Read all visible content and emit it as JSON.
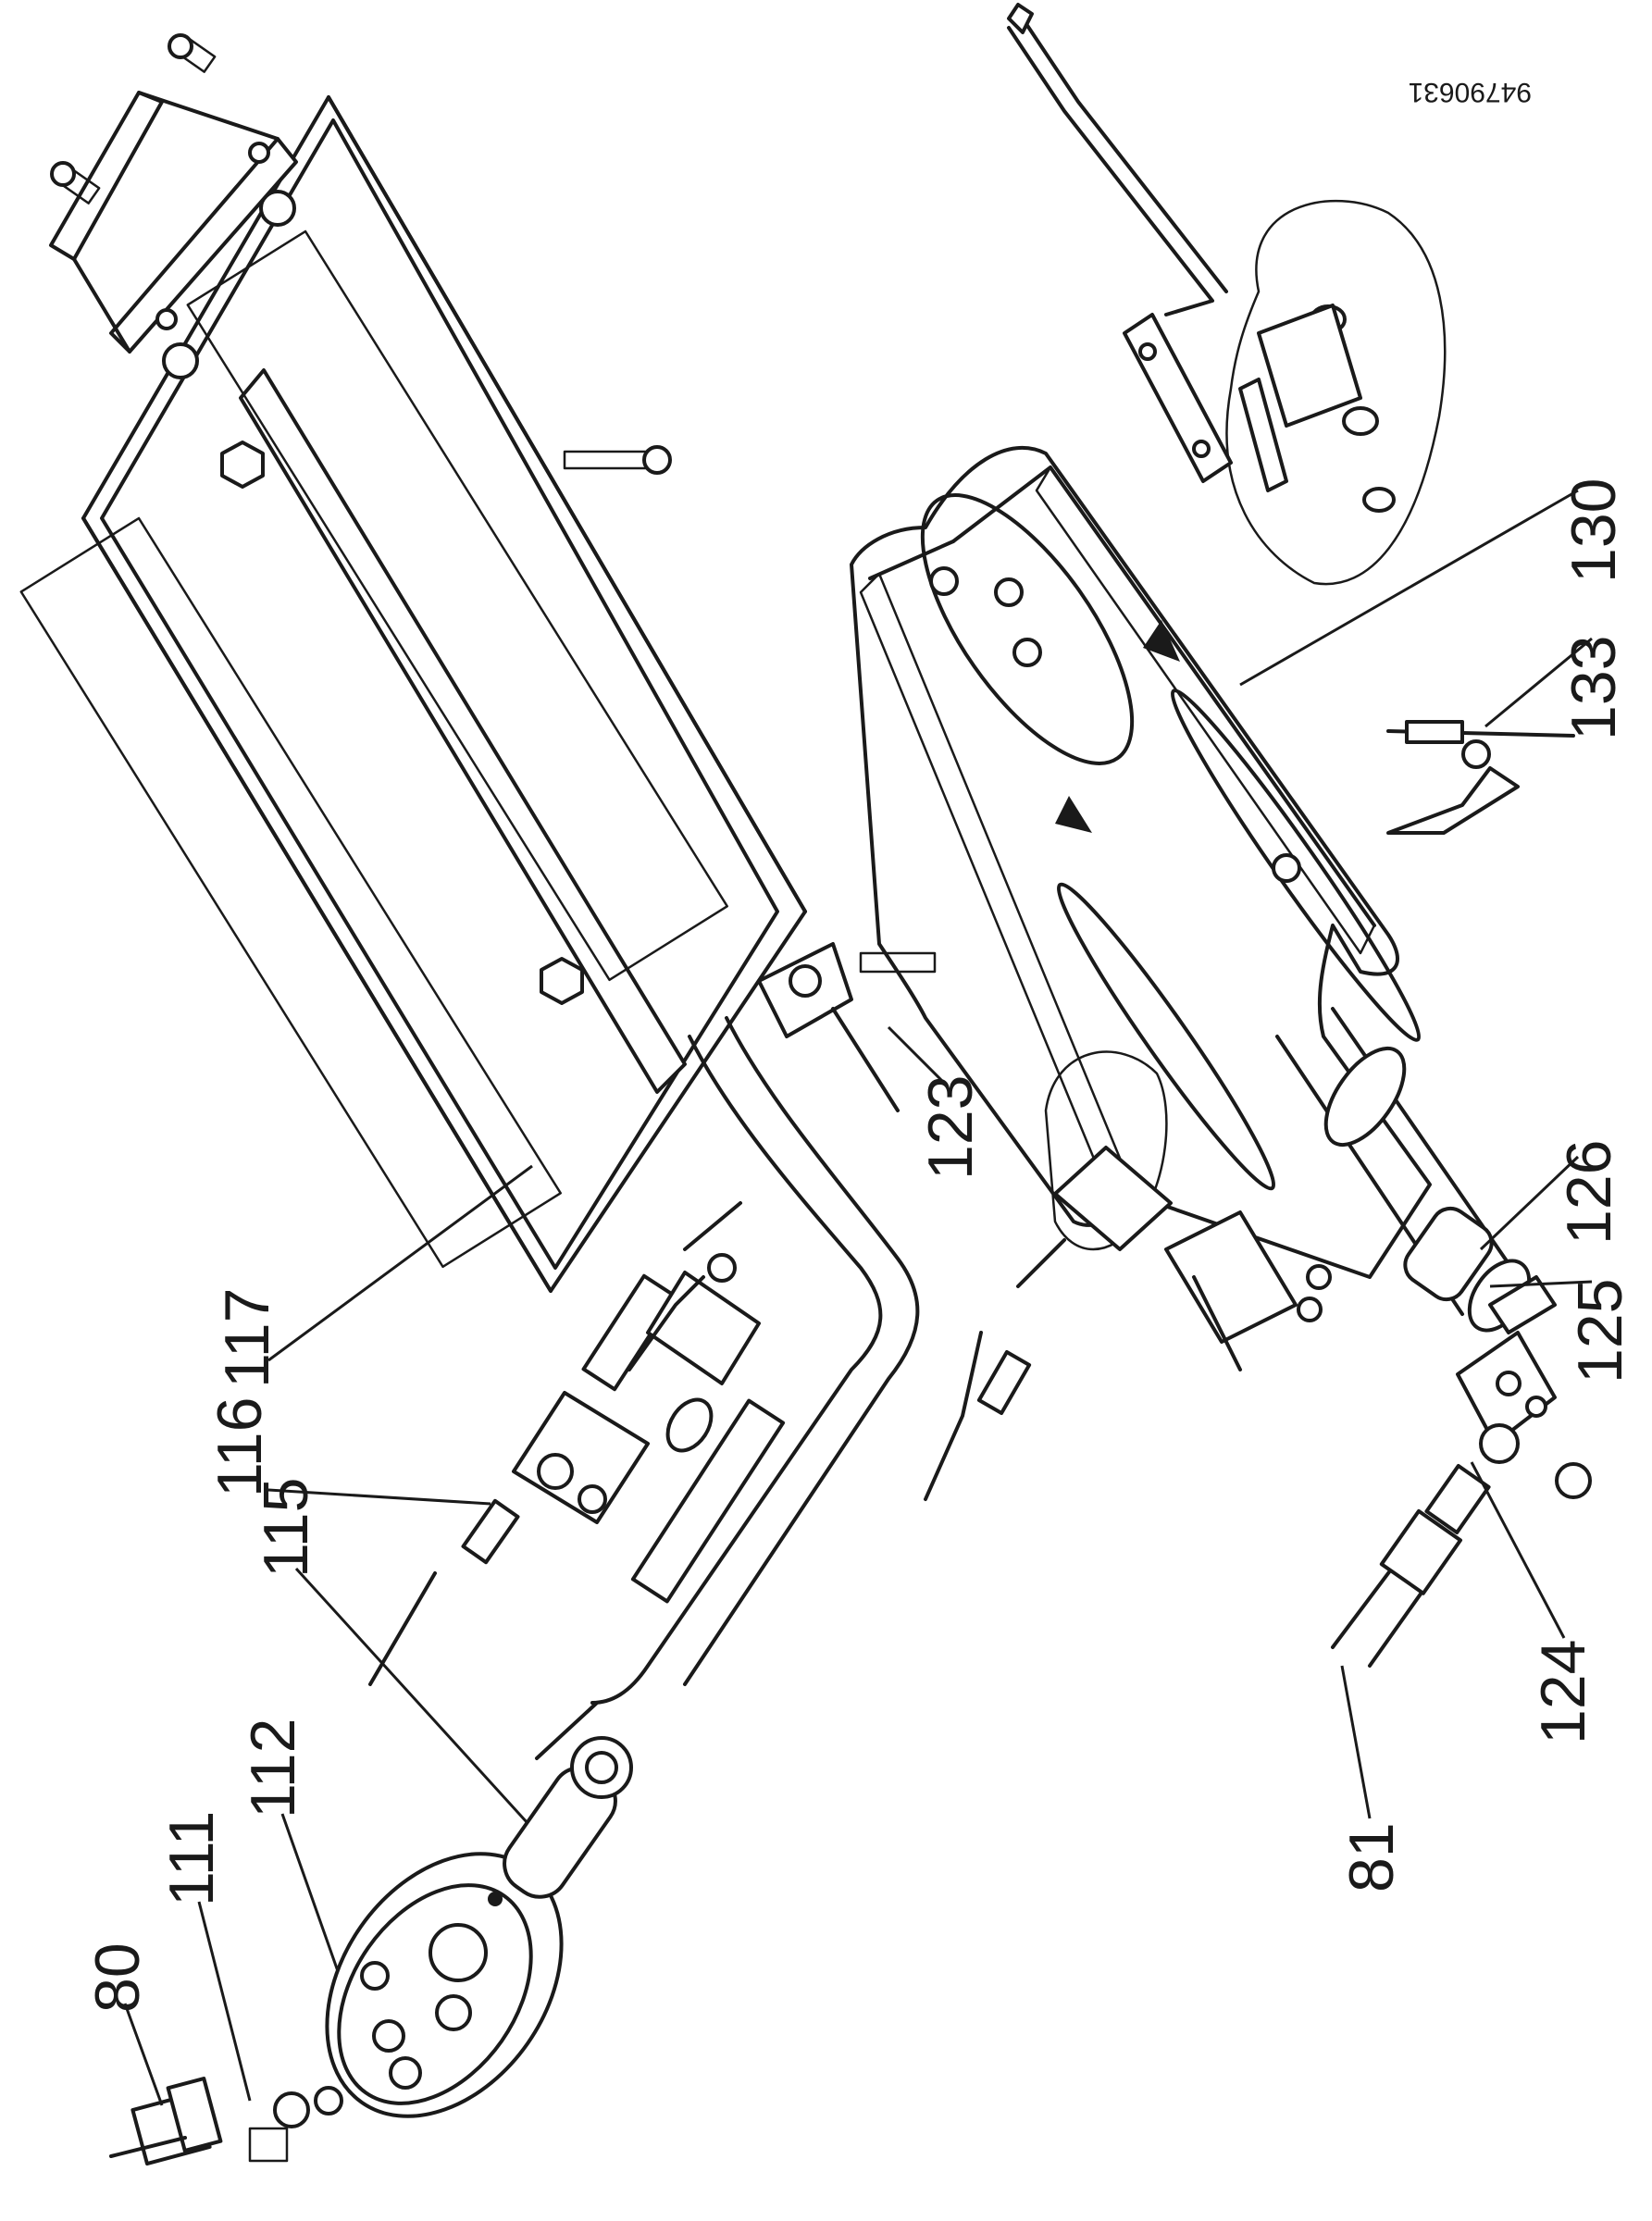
{
  "document_id": "94790631",
  "colors": {
    "ink": "#1a1a1a",
    "paper": "#ffffff"
  },
  "callouts": [
    {
      "id": "c80",
      "text": "80"
    },
    {
      "id": "c111",
      "text": "111"
    },
    {
      "id": "c112",
      "text": "112"
    },
    {
      "id": "c115",
      "text": "115"
    },
    {
      "id": "c116",
      "text": "116"
    },
    {
      "id": "c117",
      "text": "117"
    },
    {
      "id": "c123",
      "text": "123"
    },
    {
      "id": "c81",
      "text": "81"
    },
    {
      "id": "c124",
      "text": "124"
    },
    {
      "id": "c125",
      "text": "125"
    },
    {
      "id": "c126",
      "text": "126"
    },
    {
      "id": "c130",
      "text": "130"
    },
    {
      "id": "c133",
      "text": "133"
    }
  ]
}
